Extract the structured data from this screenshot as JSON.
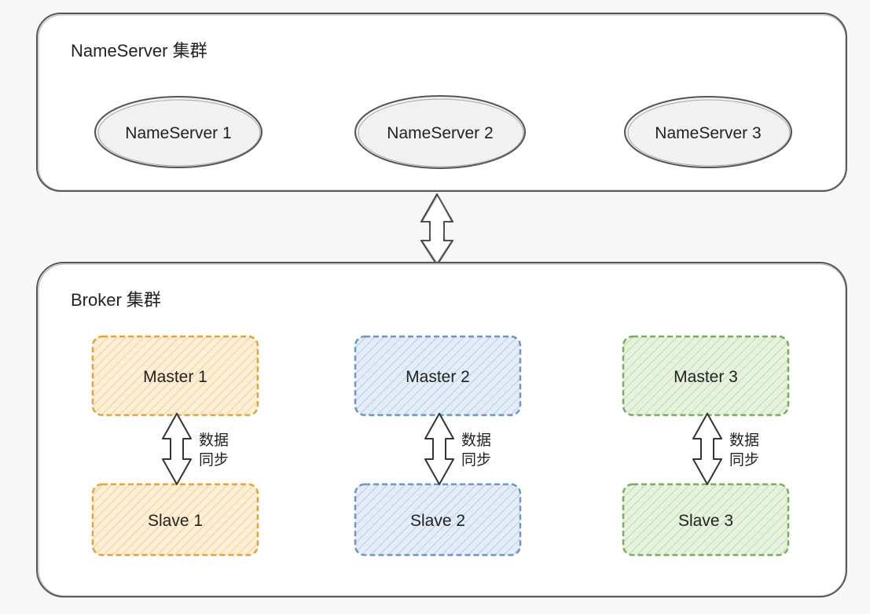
{
  "nameserver_cluster": {
    "title": "NameServer 集群",
    "nodes": [
      "NameServer 1",
      "NameServer 2",
      "NameServer 3"
    ]
  },
  "broker_cluster": {
    "title": "Broker 集群",
    "groups": [
      {
        "master": "Master 1",
        "slave": "Slave 1",
        "sync_line1": "数据",
        "sync_line2": "同步",
        "color": "#e3a33a",
        "fill": "#fcefd6"
      },
      {
        "master": "Master 2",
        "slave": "Slave 2",
        "sync_line1": "数据",
        "sync_line2": "同步",
        "color": "#6f95c4",
        "fill": "#e3ecf7"
      },
      {
        "master": "Master 3",
        "slave": "Slave 3",
        "sync_line1": "数据",
        "sync_line2": "同步",
        "color": "#79ad5c",
        "fill": "#e6f2dd"
      }
    ]
  },
  "colors": {
    "stroke": "#555555",
    "background": "#f7f7f7",
    "panel": "#ffffff",
    "text": "#222222"
  }
}
